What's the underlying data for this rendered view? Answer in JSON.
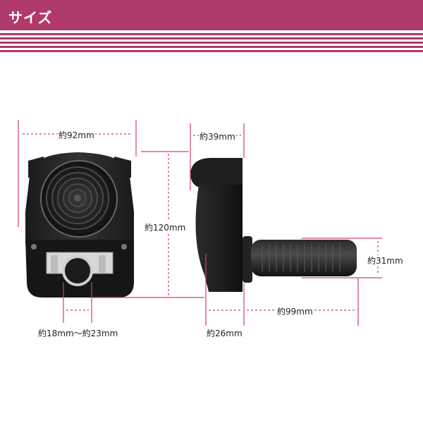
{
  "header": {
    "title": "サイズ",
    "color": "#b03a6a"
  },
  "dimensions": {
    "width": "約92mm",
    "height": "約120mm",
    "depth_top": "約39mm",
    "grip_diameter": "約31mm",
    "grip_length": "約99mm",
    "base_depth": "約26mm",
    "clamp_range": "約18mm～約23mm"
  },
  "accent_line_color": "#d04070"
}
